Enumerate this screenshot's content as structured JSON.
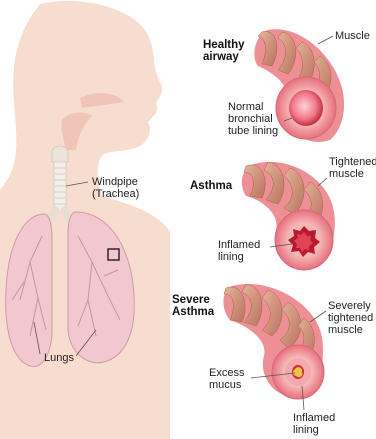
{
  "colors": {
    "skin": "#f7dcd0",
    "lung": "#f2c7cf",
    "lung_line": "#c9939f",
    "muscle": "#d49a82",
    "tube": "#ee8a90",
    "lumen": "#c21f35",
    "leader": "#555555"
  },
  "labels": {
    "windpipe": "Windpipe\n(Trachea)",
    "lungs": "Lungs",
    "healthy": "Healthy\nairway",
    "muscle": "Muscle",
    "normal_lining": "Normal\nbronchial\ntube lining",
    "asthma": "Asthma",
    "tightened_muscle": "Tightened\nmuscle",
    "inflamed_lining_1": "Inflamed\nlining",
    "severe": "Severe\nAsthma",
    "severely_tightened": "Severely\ntightened\nmuscle",
    "excess_mucus": "Excess\nmucus",
    "inflamed_lining_2": "Inflamed\nlining"
  }
}
